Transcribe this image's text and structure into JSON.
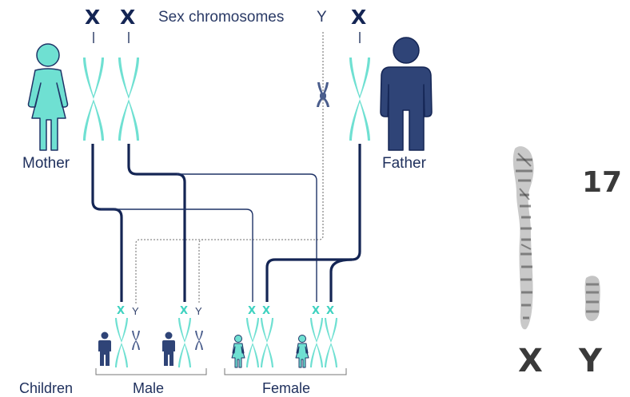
{
  "heading": "Sex chromosomes",
  "top_labels": {
    "mother_x1": "X",
    "mother_x2": "X",
    "father_y": "Y",
    "father_x": "X"
  },
  "people": {
    "mother": "Mother",
    "father": "Father"
  },
  "children_label": "Children",
  "groups": {
    "male": "Male",
    "female": "Female"
  },
  "child_pairs": [
    {
      "left": "X",
      "right": "Y"
    },
    {
      "left": "X",
      "right": "Y"
    },
    {
      "left": "X",
      "right": "X"
    },
    {
      "left": "X",
      "right": "X"
    }
  ],
  "karyotype": {
    "number": "17",
    "x_label": "X",
    "y_label": "Y"
  },
  "colors": {
    "teal": "#6fe0d2",
    "navy": "#1f3366",
    "slate": "#4a5d8c",
    "gray": "#9a9a9a"
  }
}
